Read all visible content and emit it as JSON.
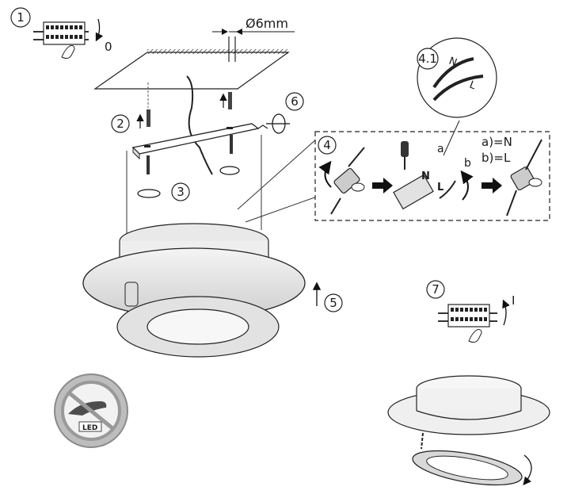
{
  "steps": {
    "s1": "1",
    "s2": "2",
    "s3": "3",
    "s4": "4",
    "s41": "4.1",
    "s5": "5",
    "s6": "6",
    "s7": "7"
  },
  "switch_off_label": "0",
  "switch_on_label": "I",
  "drill_diameter": "Ø6mm",
  "wires": {
    "a": "a",
    "b": "b",
    "n": "N",
    "l": "L"
  },
  "wire_legend": {
    "a_eq": "a)=N",
    "b_eq": "b)=L"
  },
  "led_badge": "LED",
  "icons": {
    "breaker": "circuit-breaker-icon",
    "no_touch": "no-touch-led-icon",
    "screwdriver": "screwdriver-icon",
    "rotate": "rotate-arrow-icon",
    "push": "push-arrow-icon"
  }
}
